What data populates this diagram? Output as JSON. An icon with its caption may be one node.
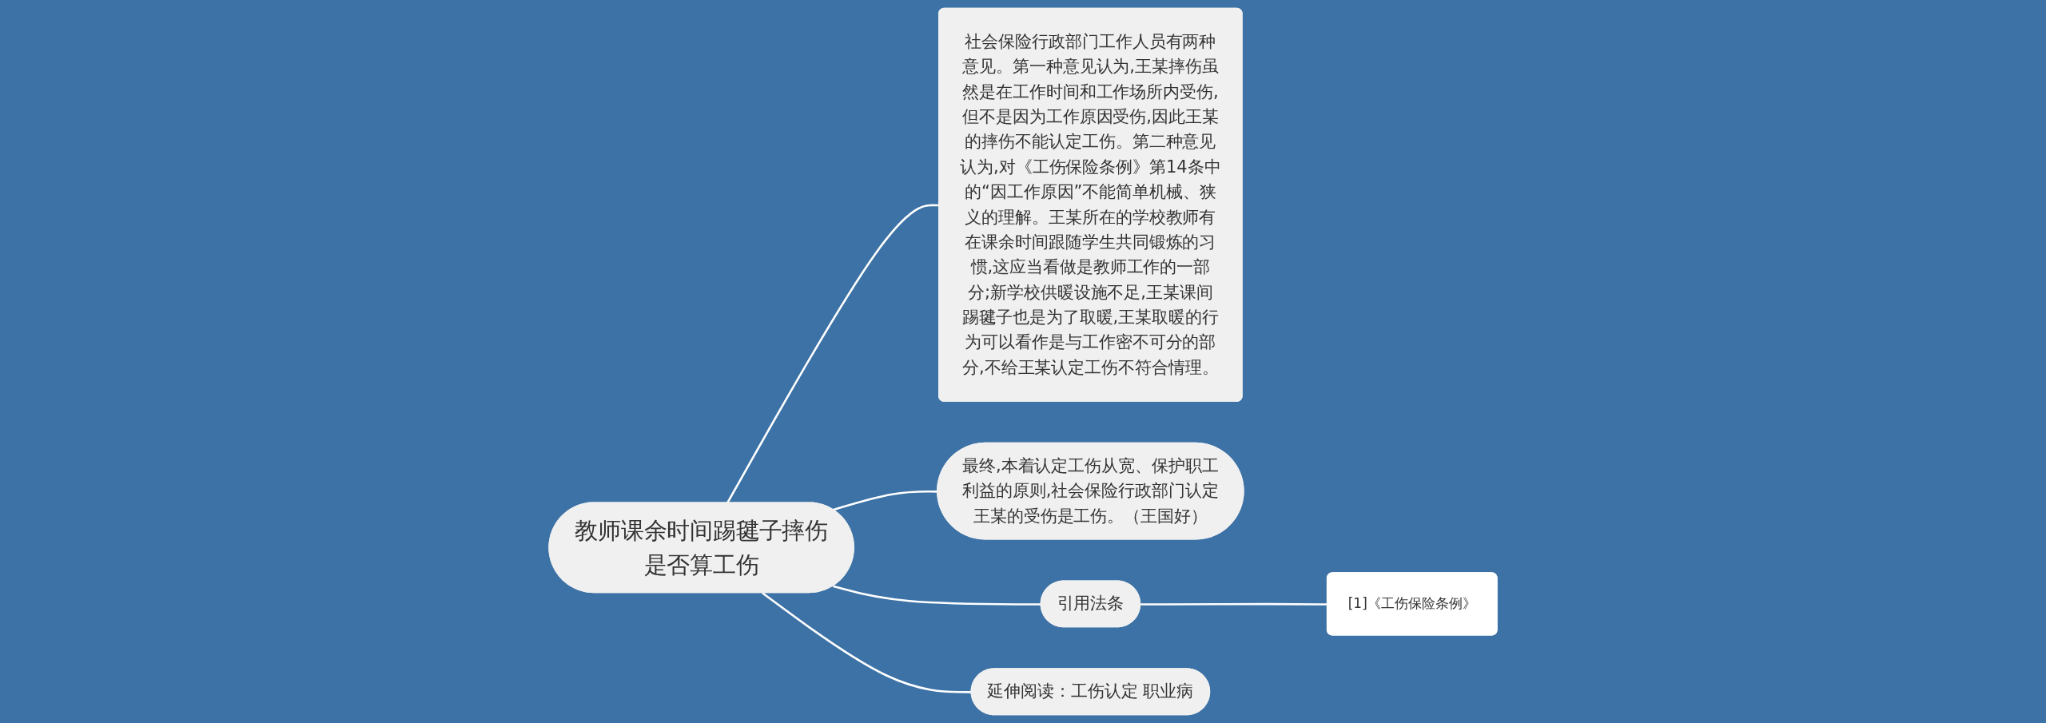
{
  "diagram": {
    "nodes": [
      {
        "text": [
          "教师课余时间踢毽子摔伤是否算工伤"
        ]
      },
      {
        "text": [
          "社会保险行政部门工作人员有两种意见。第一种意见认为,王某摔伤虽然是在工作时间和工作场所内受伤,但不是因为工作原因受伤,因此王某的摔伤不能认定工伤。第二种意见认为,对《工伤保险条例》第14条中的“因工作原因”不能简单机械、狭义的理解。王某所在的学校教师有在课余时间跟随学生共同锻炼的习惯,这应当看做是教师工作的一部分;新学校供暖设施不足,王某课间踢毽子也是为了取暖,王某取暖的行为可以看作是与工作密不可分的部分,不给王某认定工伤不符合情理。"
        ]
      },
      {
        "text": [
          "最终,本着认定工伤从宽、保护职工利益的原则,社会保险行政部门认定王某的受伤是工伤。（王国好）"
        ]
      },
      {
        "text": [
          "引用法条"
        ]
      },
      {
        "text": [
          "[1]《工伤保险条例》"
        ]
      },
      {
        "text": [
          "延伸阅读：工伤认定 职业病"
        ]
      }
    ],
    "edges": [
      {
        "from": 0,
        "to": 1,
        "arrow": "none"
      },
      {
        "from": 0,
        "to": 2,
        "arrow": "none"
      },
      {
        "from": 0,
        "to": 3,
        "arrow": "none"
      },
      {
        "from": 3,
        "to": 4,
        "arrow": "none"
      },
      {
        "from": 0,
        "to": 5,
        "arrow": "none"
      }
    ]
  }
}
